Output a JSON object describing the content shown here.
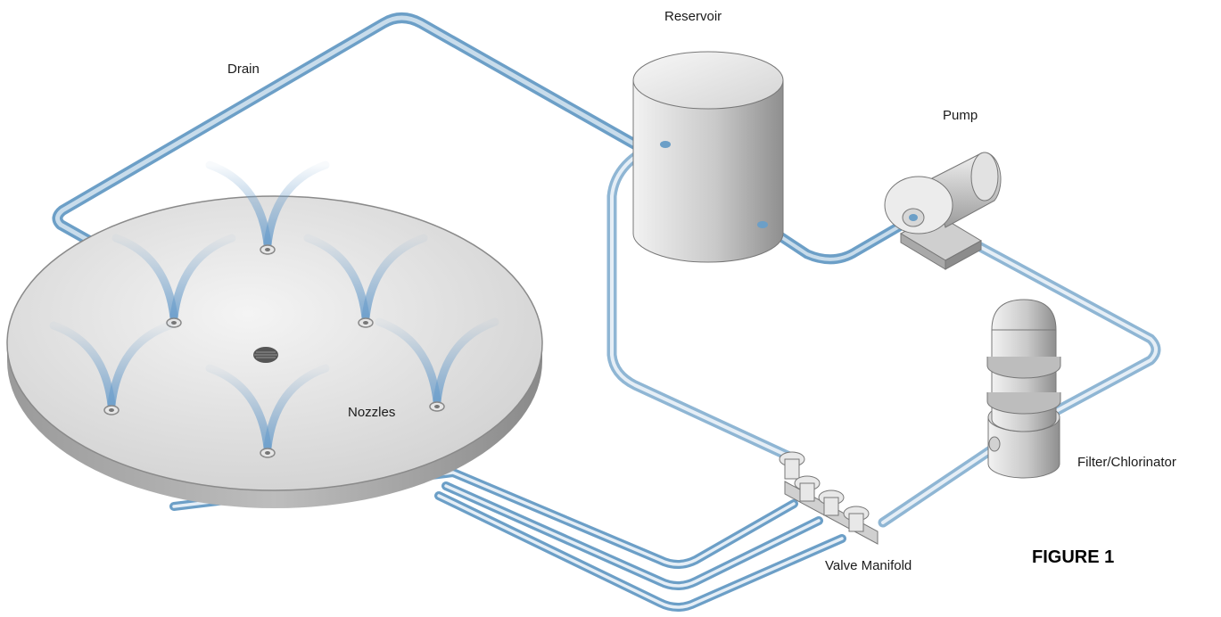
{
  "labels": {
    "drain": "Drain",
    "reservoir": "Reservoir",
    "pump": "Pump",
    "filter": "Filter/Chlorinator",
    "nozzles": "Nozzles",
    "valve_manifold": "Valve Manifold"
  },
  "figure_label": "FIGURE 1",
  "colors": {
    "pipe": "#8fb6d4",
    "pipe_dark": "#5f93bd",
    "pipe_light": "#e3edf5",
    "equipment": "#d9d9d9",
    "basin_top": "#e6e6e6",
    "water_spray": "#6fa0cc"
  },
  "icons": [
    "fountain-basin",
    "nozzle-spray",
    "reservoir-tank",
    "pump",
    "filter-chlorinator",
    "valve-manifold",
    "drain-grate"
  ]
}
